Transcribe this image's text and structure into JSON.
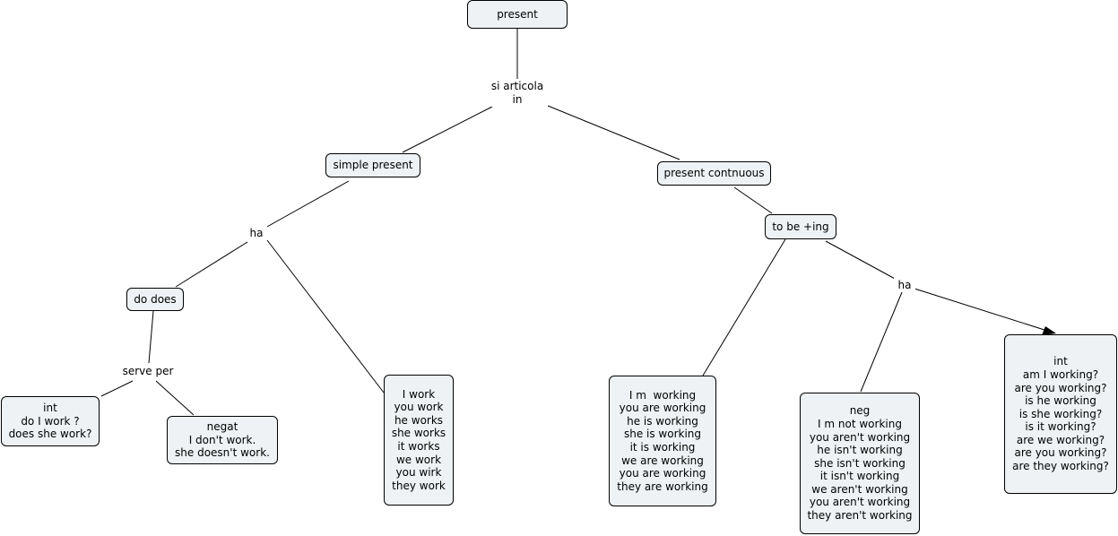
{
  "diagram": {
    "nodes": {
      "present": {
        "lines": [
          "present"
        ]
      },
      "simple_present": {
        "lines": [
          "simple present"
        ]
      },
      "present_continuous": {
        "lines": [
          "present contnuous"
        ]
      },
      "to_be_ing": {
        "lines": [
          "to be +ing"
        ]
      },
      "do_does": {
        "lines": [
          "do does"
        ]
      },
      "int_simple": {
        "lines": [
          "int",
          "do I work ?",
          "does she work?"
        ]
      },
      "negat_simple": {
        "lines": [
          "negat",
          "I don't work.",
          "she doesn't work."
        ]
      },
      "simple_forms": {
        "lines": [
          "I work",
          "you work",
          "he works",
          "she works",
          "it works",
          "we work",
          "you wirk",
          "they work"
        ]
      },
      "continuous_forms": {
        "lines": [
          "I m  working",
          "you are working",
          "he is working",
          "she is working",
          "it is working",
          "we are working",
          "you are working",
          "they are working"
        ]
      },
      "neg_continuous": {
        "lines": [
          "neg",
          "I m not working",
          "you aren't working",
          "he isn't working",
          "she isn't working",
          "it isn't working",
          "we aren't working",
          "you aren't working",
          "they aren't working"
        ]
      },
      "int_continuous": {
        "lines": [
          "int",
          "am I working?",
          "are you working?",
          "is he working",
          "is she working?",
          "is it working?",
          "are we working?",
          "are you working?",
          "are they working?"
        ]
      }
    },
    "link_labels": {
      "si_articola_in": {
        "lines": [
          "si articola",
          "in"
        ]
      },
      "ha_simple": {
        "lines": [
          "ha"
        ]
      },
      "serve_per": {
        "lines": [
          "serve per"
        ]
      },
      "ha_continuous": {
        "lines": [
          "ha"
        ]
      }
    },
    "colors": {
      "node_fill": "#eef2f4",
      "node_border": "#000000",
      "line": "#000000"
    }
  }
}
